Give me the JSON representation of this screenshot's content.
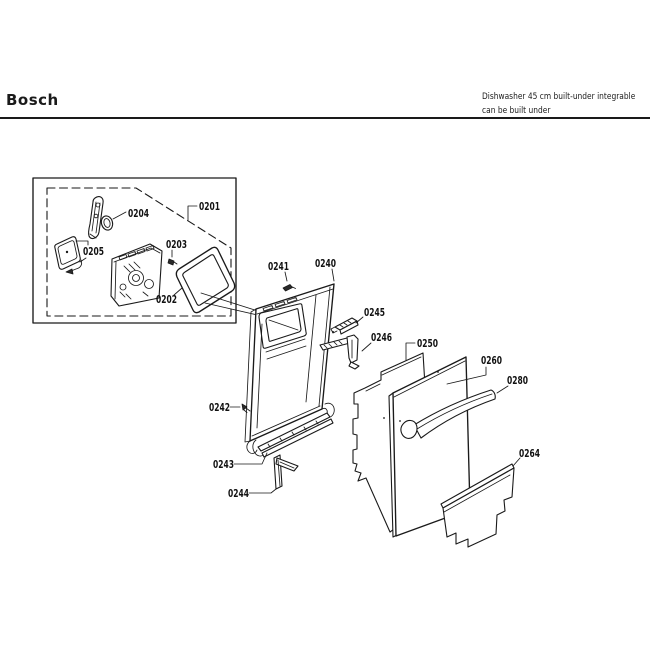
{
  "header": {
    "brand": "Bosch",
    "description_line1": "Dishwasher 45 cm built-under integrable",
    "description_line2": "can be built under"
  },
  "colors": {
    "ink": "#1a1a1a",
    "paper": "#ffffff"
  },
  "diagram": {
    "callouts": [
      {
        "id": "0201"
      },
      {
        "id": "0202"
      },
      {
        "id": "0203"
      },
      {
        "id": "0204"
      },
      {
        "id": "0205"
      },
      {
        "id": "0240"
      },
      {
        "id": "0241"
      },
      {
        "id": "0242"
      },
      {
        "id": "0243"
      },
      {
        "id": "0244"
      },
      {
        "id": "0245"
      },
      {
        "id": "0246"
      },
      {
        "id": "0250"
      },
      {
        "id": "0260"
      },
      {
        "id": "0264"
      },
      {
        "id": "0280"
      }
    ]
  }
}
